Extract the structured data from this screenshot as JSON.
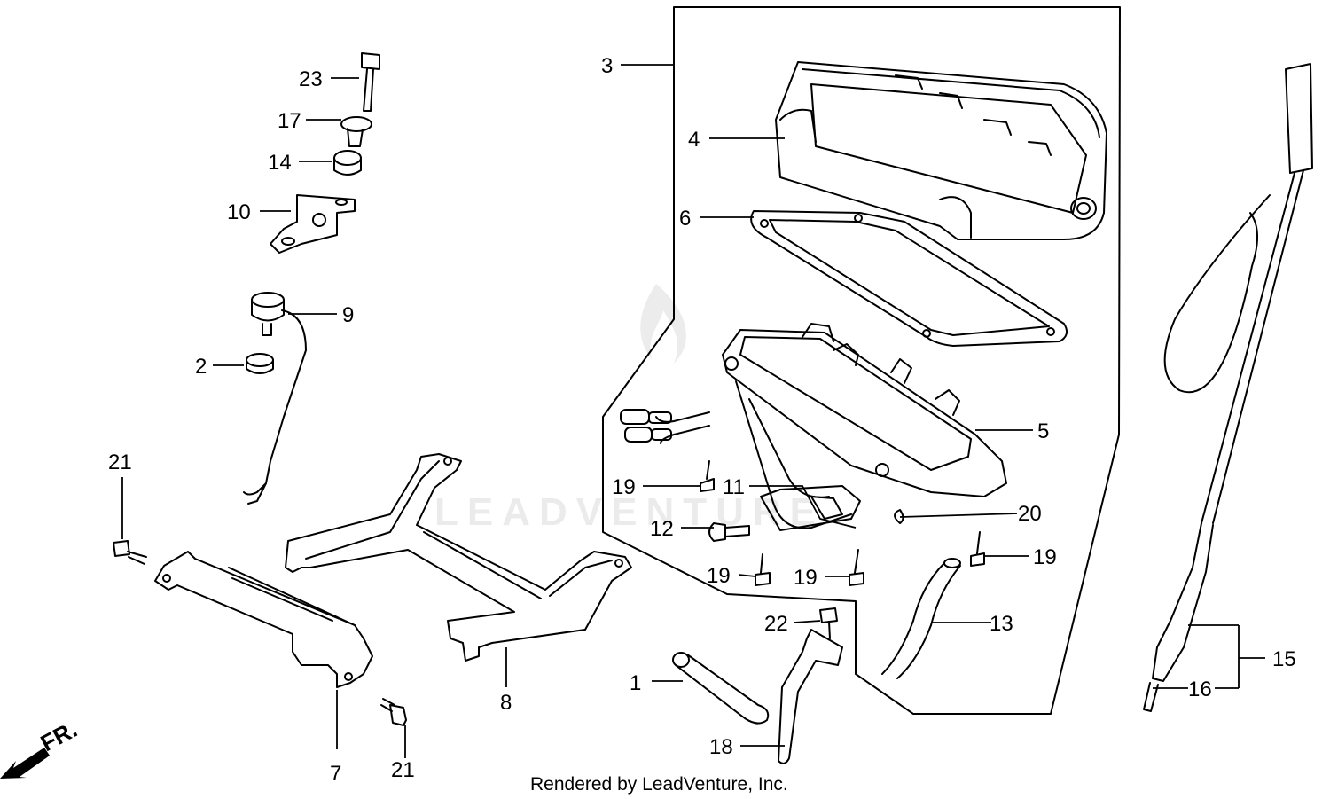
{
  "callouts": {
    "c1": "1",
    "c2": "2",
    "c3": "3",
    "c4": "4",
    "c5": "5",
    "c6": "6",
    "c7": "7",
    "c8": "8",
    "c9": "9",
    "c10": "10",
    "c11": "11",
    "c12": "12",
    "c13": "13",
    "c14": "14",
    "c15": "15",
    "c16": "16",
    "c17": "17",
    "c18": "18",
    "c19a": "19",
    "c19b": "19",
    "c19c": "19",
    "c19d": "19",
    "c20": "20",
    "c21a": "21",
    "c21b": "21",
    "c22": "22",
    "c23": "23"
  },
  "direction_label": "FR.",
  "watermark": "LEADVENTURE",
  "footer": "Rendered by LeadVenture, Inc.",
  "colors": {
    "line": "#000000",
    "watermark": "#ebebeb",
    "background": "#ffffff"
  }
}
